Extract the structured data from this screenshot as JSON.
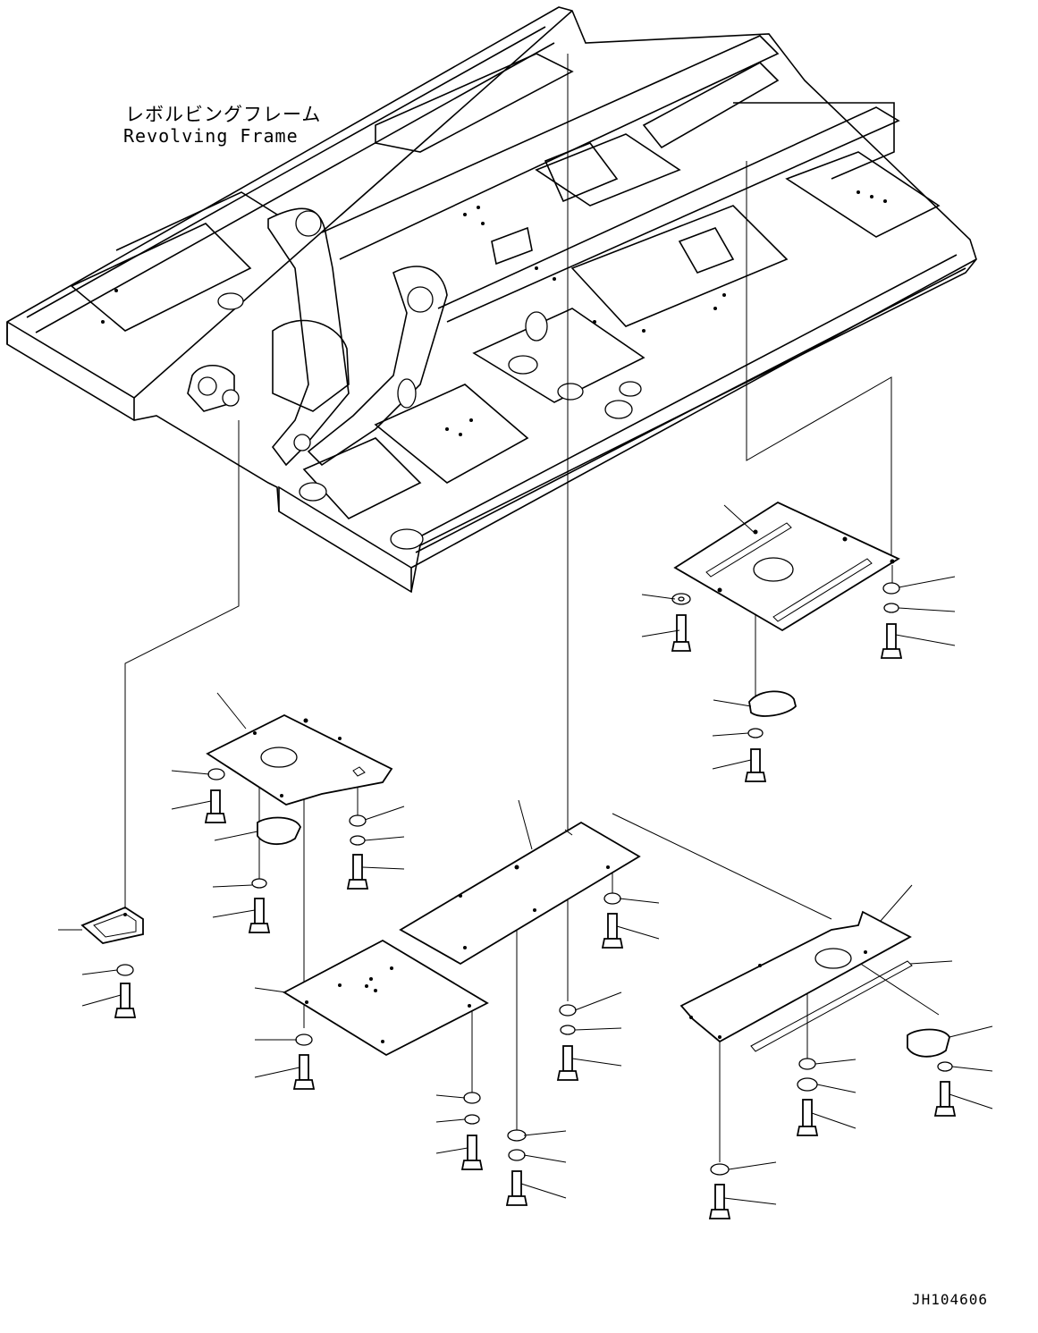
{
  "title": {
    "japanese": "レボルビングフレーム",
    "english": "Revolving Frame"
  },
  "drawing_number": "JH104606",
  "components": [
    {
      "name": "revolving-frame"
    },
    {
      "name": "cover-plate-right-rear"
    },
    {
      "name": "cover-plate-left-rear"
    },
    {
      "name": "cover-plate-center"
    },
    {
      "name": "cover-plate-left-front"
    },
    {
      "name": "cover-plate-right-front"
    },
    {
      "name": "bracket-plate"
    },
    {
      "name": "round-cap"
    }
  ],
  "colors": {
    "line": "#000000",
    "background": "#ffffff"
  }
}
